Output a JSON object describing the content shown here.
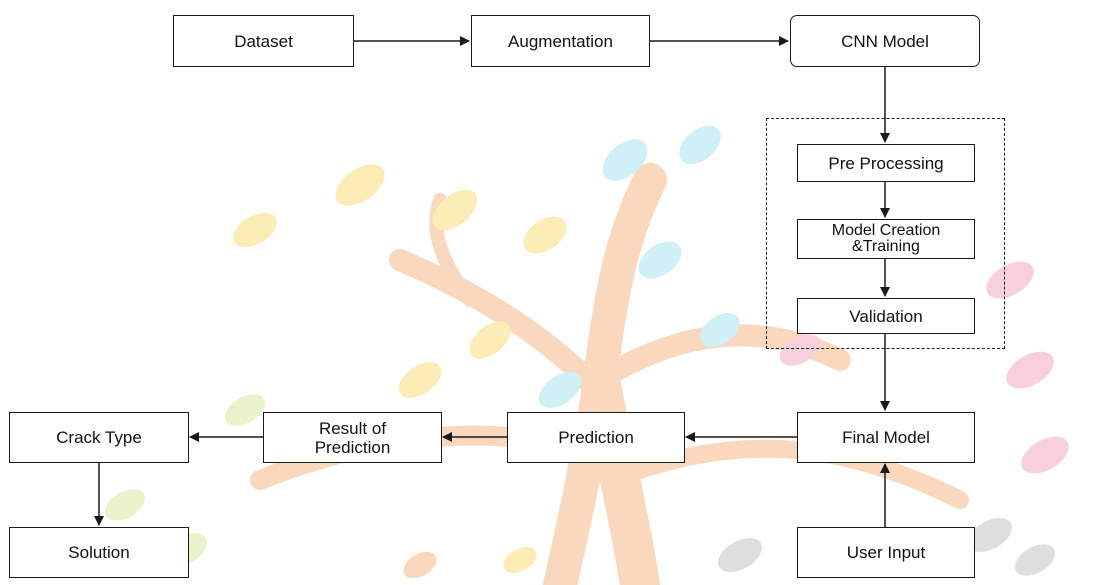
{
  "nodes": {
    "dataset": "Dataset",
    "augmentation": "Augmentation",
    "cnn_model": "CNN Model",
    "pre_processing": "Pre Processing",
    "model_creation_line1": "Model Creation",
    "model_creation_line2": "&Training",
    "validation": "Validation",
    "final_model": "Final Model",
    "prediction": "Prediction",
    "result_line1": "Result of",
    "result_line2": "Prediction",
    "crack_type": "Crack Type",
    "solution": "Solution",
    "user_input": "User Input"
  },
  "colors": {
    "stroke": "#1a1a1a",
    "text": "#111111",
    "watermark_orange": "#f6c7a2",
    "watermark_yellow": "#fbeaa9",
    "watermark_cyan": "#c6eef5",
    "watermark_pink": "#f7c8d8",
    "watermark_green": "#e6f3c4",
    "watermark_gray": "#d9d9d9"
  },
  "watermark": "tree-with-leaves-logo"
}
